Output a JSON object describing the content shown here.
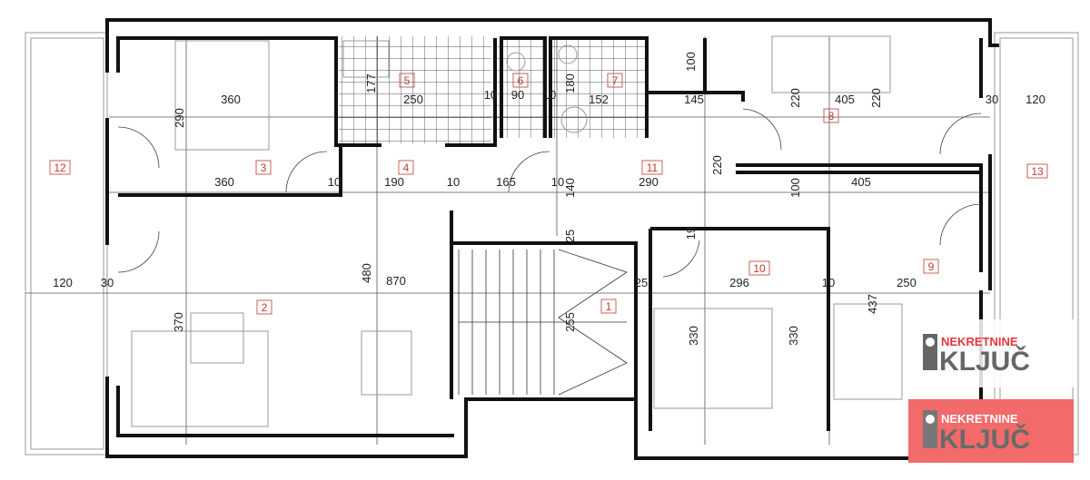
{
  "rooms": [
    "1",
    "2",
    "3",
    "4",
    "5",
    "6",
    "7",
    "8",
    "9",
    "10",
    "11",
    "12",
    "13"
  ],
  "dimensions": [
    "360",
    "290",
    "360",
    "10",
    "190",
    "10",
    "165",
    "10",
    "140",
    "290",
    "220",
    "100",
    "405",
    "177",
    "250",
    "10",
    "90",
    "10",
    "180",
    "152",
    "145",
    "100",
    "220",
    "405",
    "220",
    "30",
    "120",
    "120",
    "30",
    "480",
    "870",
    "370",
    "25",
    "25",
    "255",
    "19",
    "296",
    "10",
    "250",
    "330",
    "330",
    "437"
  ],
  "logo": {
    "top_text": "NEKRETNINE",
    "main_text": "KLJUČ",
    "accent_color": "#e8353a",
    "text_color": "#666666",
    "banner_color": "#f26a6a"
  }
}
